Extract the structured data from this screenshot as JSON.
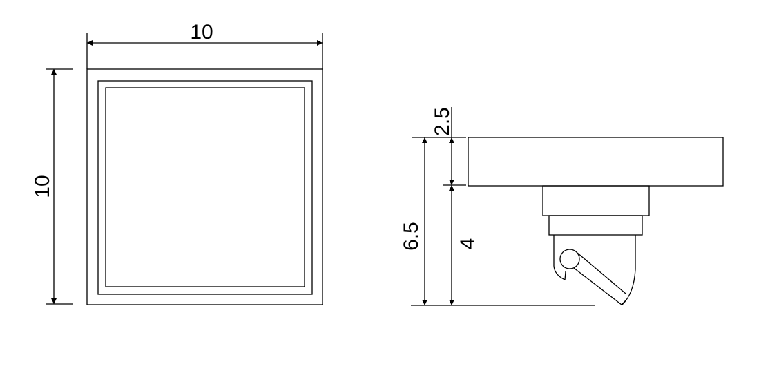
{
  "front_view": {
    "width_label": "10",
    "height_label": "10"
  },
  "side_view": {
    "top_label": "2.5",
    "total_label": "6.5",
    "lower_label": "4"
  },
  "colors": {
    "line": "#000000",
    "background": "#ffffff"
  }
}
